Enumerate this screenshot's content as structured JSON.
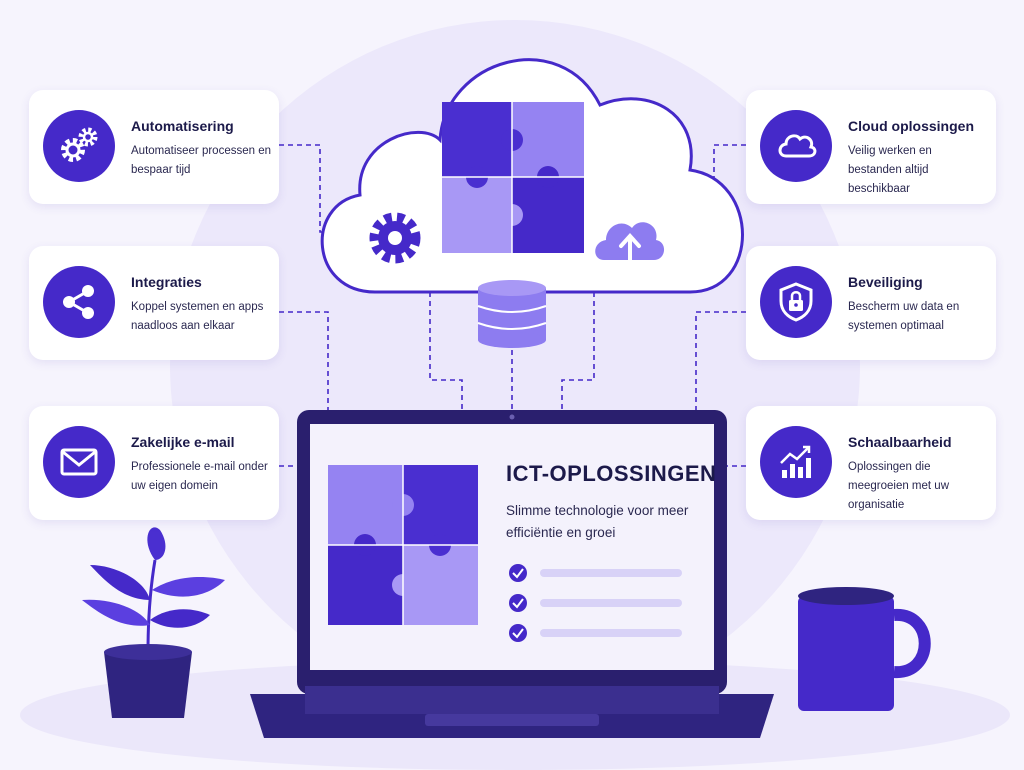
{
  "cards": {
    "automatisering": {
      "title": "Automatisering",
      "desc": "Automatiseer processen en bespaar tijd",
      "icon": "gears-icon"
    },
    "integraties": {
      "title": "Integraties",
      "desc": "Koppel systemen en apps naadloos aan elkaar",
      "icon": "share-icon"
    },
    "email": {
      "title": "Zakelijke e-mail",
      "desc": "Professionele e-mail onder uw eigen domein",
      "icon": "mail-icon"
    },
    "cloud": {
      "title": "Cloud oplossingen",
      "desc": "Veilig werken en bestanden altijd beschikbaar",
      "icon": "cloud-icon"
    },
    "beveiliging": {
      "title": "Beveiliging",
      "desc": "Bescherm uw data en systemen optimaal",
      "icon": "shield-lock-icon"
    },
    "schaalbaarheid": {
      "title": "Schaalbaarheid",
      "desc": "Oplossingen die meegroeien met uw organisatie",
      "icon": "growth-chart-icon"
    }
  },
  "screen": {
    "title": "ICT-OPLOSSINGEN",
    "subtitle": "Slimme technologie voor meer efficiëntie en groei",
    "checklist_items": 3
  },
  "colors": {
    "accent": "#4529c9",
    "accent_light": "#8d7cf0",
    "accent_pale": "#ece8fb",
    "background": "#f6f4fd"
  }
}
